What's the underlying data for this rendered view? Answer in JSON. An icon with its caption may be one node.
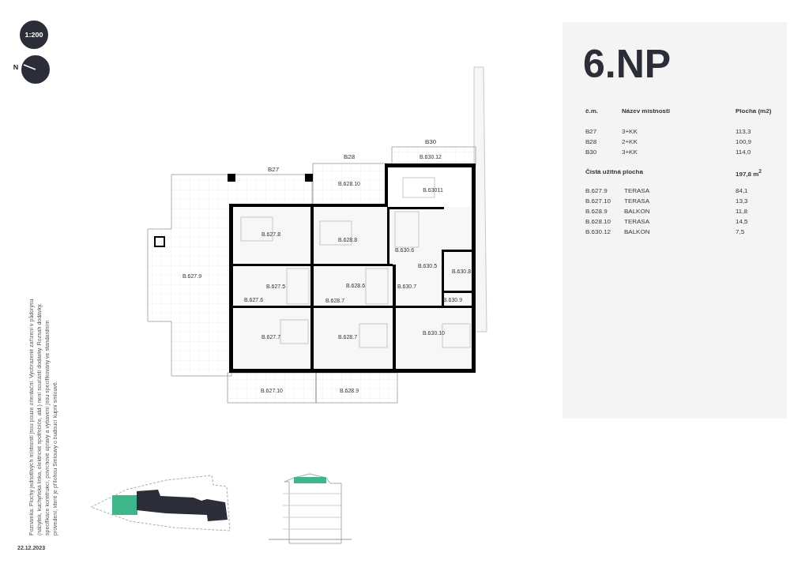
{
  "diagram": {
    "labels": [
      "1:200",
      "N",
      "6.NP",
      "č.m.",
      "Název místnosti",
      "Plocha (m2)",
      "B27",
      "3+KK",
      "113,3",
      "B28",
      "2+KK",
      "100,9",
      "B30",
      "3+KK",
      "114,0",
      "Čistá užitná plocha",
      "197,8 m$^{2}$",
      "B.627.9",
      "TERASA",
      "84,1",
      "B.627.10",
      "TERASA",
      "13,3",
      "B.628.9",
      "BALKON",
      "11,8",
      "B.628.10",
      "TERASA",
      "14,5",
      "B.630.12",
      "BALKON",
      "7,5",
      "B30",
      "B28",
      "B.630.12",
      "B27",
      "B.628.10",
      "B.63011",
      "B.627.8",
      "B.628.8",
      "B.630.6",
      "B.630.5",
      "B.630.8",
      "B.627.9",
      "B.627.5",
      "B.628.6",
      "B.630.7",
      "B.627.6",
      "B.628.7",
      "B.630.9",
      "B.627.7",
      "B.628.7",
      "B.630.10",
      "B.627.10",
      "B.628.9",
      "Poznámka: Plochy jednotlivých místností jsou pouze orientační. Vyobrazené zařízení v půdorysu (nábytek, kuchyňská linka, elektrické spotřebiče, atd.) není součástí dodávky. Rozsah dodávky, specifikace konstrukcí, povrchové úpravy a vybavení jsou specifikovány ve standardním provedení, které je přílohou Smlouvy o budoucí kupní smlouvě.",
      "22.12.2023"
    ]
  }
}
